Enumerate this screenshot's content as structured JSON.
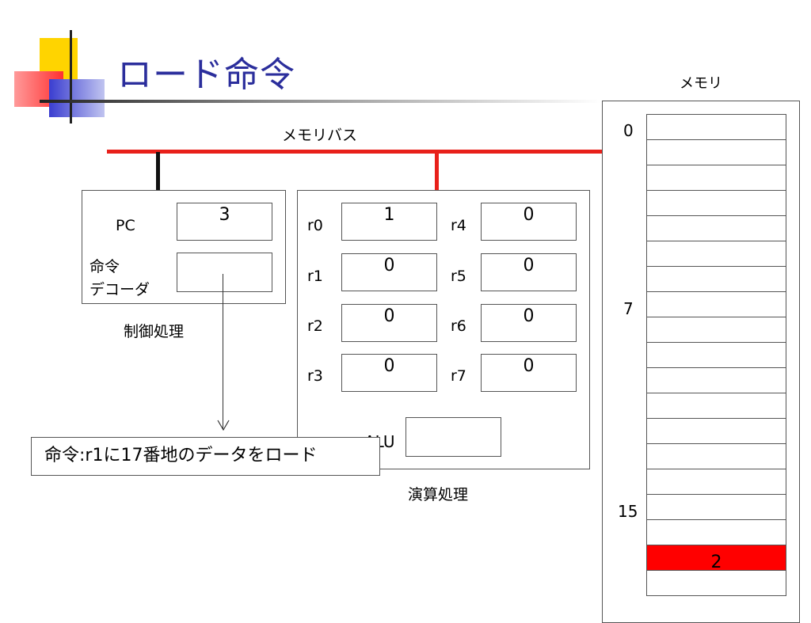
{
  "slide": {
    "title": "ロード命令",
    "bus_label": "メモリバス",
    "memory_label": "メモリ"
  },
  "control": {
    "caption": "制御処理",
    "pc_label": "PC",
    "pc_value": "3",
    "decoder_label_1": "命令",
    "decoder_label_2": "デコーダ",
    "decoder_value": ""
  },
  "compute": {
    "caption": "演算処理",
    "alu_label": "ALU",
    "alu_value": "",
    "registers": [
      {
        "name": "r0",
        "value": "1"
      },
      {
        "name": "r1",
        "value": "0"
      },
      {
        "name": "r2",
        "value": "0"
      },
      {
        "name": "r3",
        "value": "0"
      },
      {
        "name": "r4",
        "value": "0"
      },
      {
        "name": "r5",
        "value": "0"
      },
      {
        "name": "r6",
        "value": "0"
      },
      {
        "name": "r7",
        "value": "0"
      }
    ]
  },
  "instruction_callout": "命令:r1に17番地のデータをロード",
  "memory": {
    "address_labels": [
      "0",
      "7",
      "15"
    ],
    "highlight_value": "2",
    "highlight_color": "#ff0000"
  },
  "colors": {
    "bus": "#e8201a",
    "title": "#2b2e9c"
  }
}
